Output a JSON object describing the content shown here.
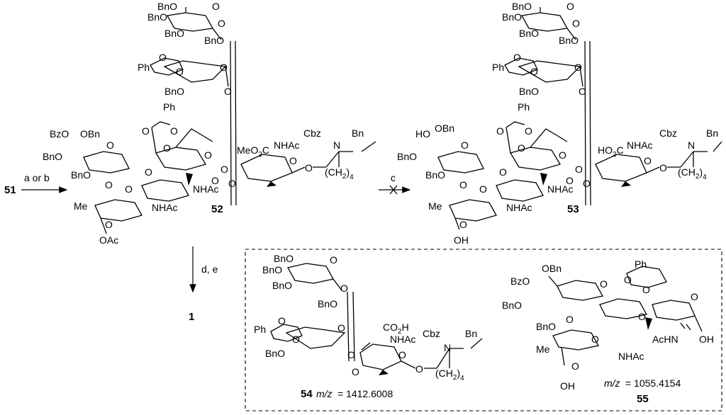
{
  "compounds": {
    "c51": "51",
    "c52": "52",
    "c53": "53",
    "c1": "1",
    "c54": "54",
    "c55": "55"
  },
  "conditions": {
    "step_ab": "a or b",
    "step_c": "c",
    "step_de": "d, e"
  },
  "mz": {
    "mz_label": "m/z",
    "mz54": "= 1412.6008",
    "mz55": "= 1055.4154"
  },
  "groups": {
    "bno": "BnO",
    "obn": "OBn",
    "bzo": "BzO",
    "ph": "Ph",
    "me": "Me",
    "nhac": "NHAc",
    "acnh": "AcHN",
    "oac": "OAc",
    "oh": "OH",
    "ho": "HO",
    "meo2c": "MeO",
    "ho2c": "HO",
    "co2h": "CO",
    "cbz": "Cbz",
    "bn": "Bn",
    "n": "N",
    "ch2": "(CH",
    "o": "O",
    "sub2": "2",
    "sub4": "4",
    "close": ")"
  },
  "colors": {
    "ink": "#000000",
    "background": "#ffffff"
  }
}
